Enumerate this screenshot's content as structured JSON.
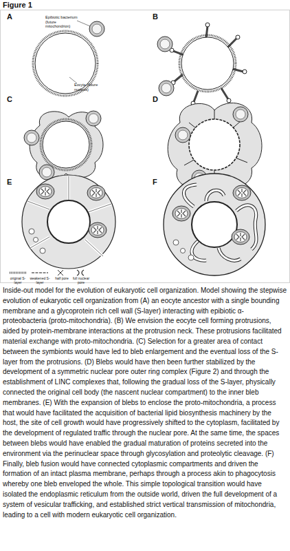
{
  "diagram": {
    "title": "Figure 1",
    "caption": "Inside-out model for the evolution of eukaryotic cell organization. Model showing the stepwise evolution of eukaryotic cell organization from (A) an eocyte ancestor with a single bounding membrane and a glycoprotein rich cell wall (S-layer) interacting with epibiotic α-proteobacteria (proto-mitochondria). (B) We envision the eocyte cell forming protrusions, aided by protein-membrane interactions at the protrusion neck. These protrusions facilitated material exchange with proto-mitochondria. (C) Selection for a greater area of contact between the symbionts would have led to bleb enlargement and the eventual loss of the S-layer from the protrusions. (D) Blebs would have then been further stabilized by the development of a symmetric nuclear pore outer ring complex (Figure 2) and through the establishment of LINC complexes that, following the gradual loss of the S-layer, physically connected the original cell body (the nascent nuclear compartment) to the inner bleb membranes. (E) With the expansion of blebs to enclose the proto-mitochondria, a process that would have facilitated the acquisition of bacterial lipid biosynthesis machinery by the host, the site of cell growth would have progressively shifted to the cytoplasm, facilitated by the development of regulated traffic through the nuclear pore. At the same time, the spaces between blebs would have enabled the gradual maturation of proteins secreted into the environment via the perinuclear space through glycosylation and proteolytic cleavage. (F) Finally, bleb fusion would have connected cytoplasmic compartments and driven the formation of an intact plasma membrane, perhaps through a process akin to phagocytosis whereby one bleb enveloped the whole. This simple topological transition would have isolated the endoplasmic reticulum from the outside world, driven the full development of a system of vesicular trafficking, and established strict vertical transmission of mitochondria, leading to a cell with modern eukaryotic cell organization.",
    "labels": [
      "A",
      "Epibiotic bacterium (future mitochondrion)",
      "Eocyte (future nucleus)",
      "B",
      "C",
      "D",
      "E",
      "F"
    ],
    "legend": [
      {
        "text": "original S-layer"
      },
      {
        "text": "weakened S-layer"
      },
      {
        "text": "half pore"
      },
      {
        "text": "full nuclear pore"
      }
    ]
  }
}
